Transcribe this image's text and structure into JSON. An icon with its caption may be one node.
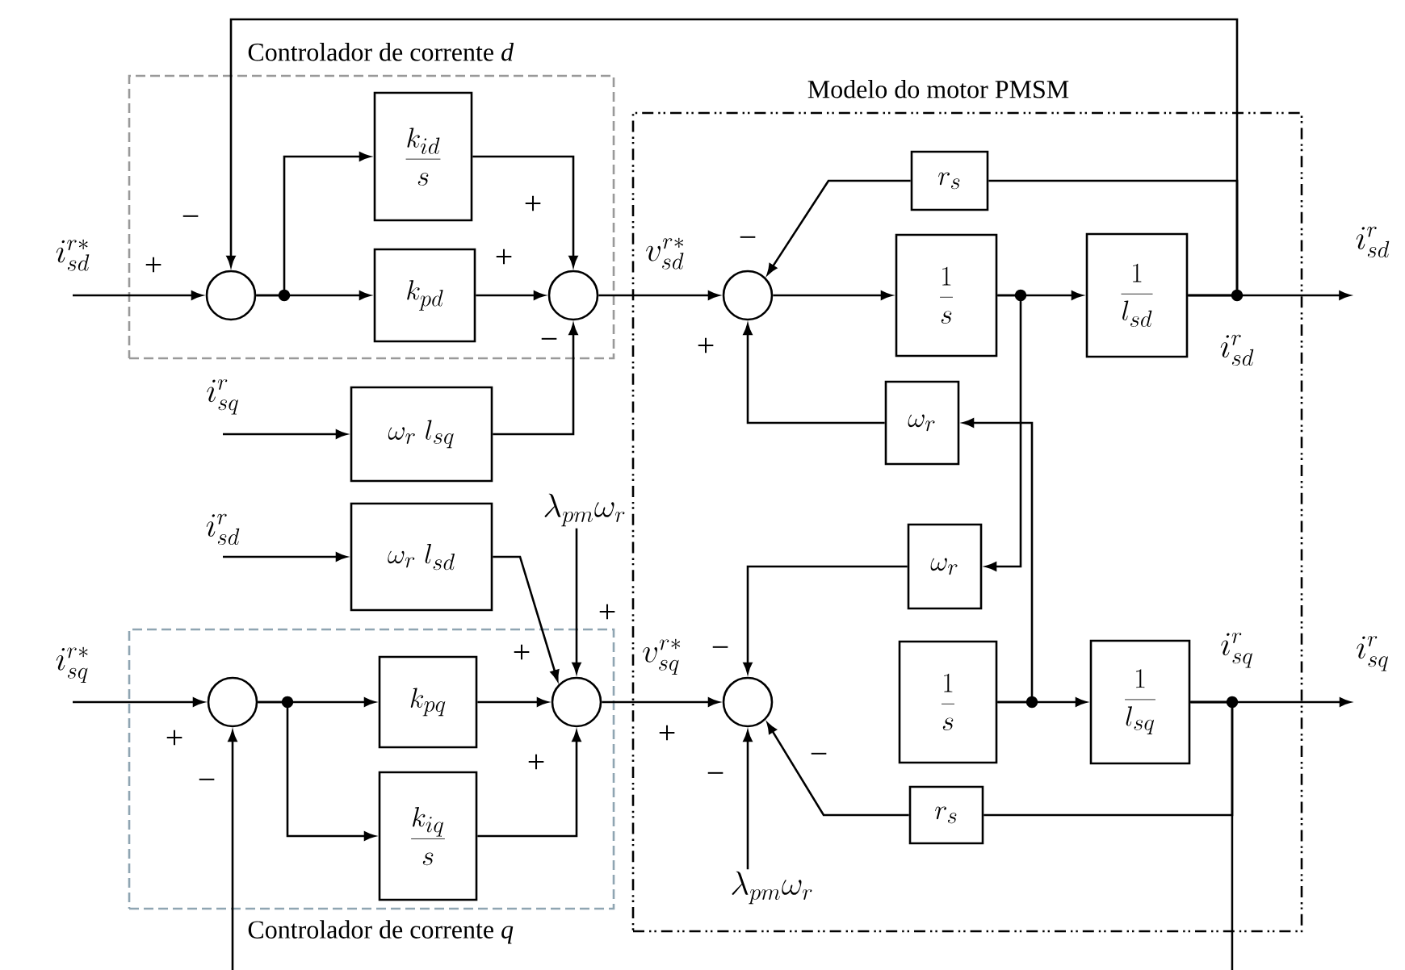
{
  "diagram": {
    "nodes": [
      {
        "text": [
          "Controlador de corrente *d*"
        ]
      },
      {
        "text": [
          "Controlador de corrente *q*"
        ]
      },
      {
        "text": [
          "Modelo do motor PMSM"
        ]
      },
      {
        "text": [
          "i_{sd}^{r*}"
        ]
      },
      {
        "text": [],
        "shape": "circle",
        "in": 0
      },
      {
        "text": [
          "\\frac{k_{id}}{s}"
        ],
        "in": 0
      },
      {
        "text": [
          "k_{pd}"
        ],
        "in": 0
      },
      {
        "text": [],
        "shape": "circle",
        "in": 0
      },
      {
        "text": [
          "i_{sq}^{r}"
        ]
      },
      {
        "text": [
          "\\omega_r\\;l_{sq}"
        ]
      },
      {
        "text": [
          "i_{sd}^{r}"
        ]
      },
      {
        "text": [
          "\\omega_r\\;l_{sd}"
        ]
      },
      {
        "text": [
          "\\lambda_{pm}\\omega_r"
        ]
      },
      {
        "text": [
          "i_{sq}^{r*}"
        ]
      },
      {
        "text": [],
        "shape": "circle",
        "in": 1
      },
      {
        "text": [
          "k_{pq}"
        ],
        "in": 1
      },
      {
        "text": [
          "\\frac{k_{iq}}{s}"
        ],
        "in": 1
      },
      {
        "text": [],
        "shape": "circle",
        "in": 1
      },
      {
        "text": [
          "r_s"
        ],
        "in": 2
      },
      {
        "text": [],
        "shape": "circle",
        "in": 2
      },
      {
        "text": [
          "\\frac{1}{s}"
        ],
        "in": 2
      },
      {
        "text": [
          "\\frac{1}{l_{sd}}"
        ],
        "in": 2
      },
      {
        "text": [
          "\\omega_r"
        ],
        "in": 2
      },
      {
        "text": [
          "\\omega_r"
        ],
        "in": 2
      },
      {
        "text": [],
        "shape": "circle",
        "in": 2
      },
      {
        "text": [
          "\\frac{1}{s}"
        ],
        "in": 2
      },
      {
        "text": [
          "\\frac{1}{l_{sq}}"
        ],
        "in": 2
      },
      {
        "text": [
          "r_s"
        ],
        "in": 2
      },
      {
        "text": [
          "\\lambda_{pm}\\omega_r"
        ],
        "in": 2
      },
      {
        "text": [
          "i_{sd}^{r}"
        ]
      },
      {
        "text": [
          "i_{sq}^{r}"
        ]
      }
    ],
    "edges": [
      {
        "from": 3,
        "to": 4,
        "arrow": "to"
      },
      {
        "from": 4,
        "to": 5,
        "arrow": "to"
      },
      {
        "from": 4,
        "to": 6,
        "arrow": "to"
      },
      {
        "from": 5,
        "to": 7,
        "arrow": "to"
      },
      {
        "from": 6,
        "to": 7,
        "arrow": "to"
      },
      {
        "from": 9,
        "to": 7,
        "arrow": "to"
      },
      {
        "from": 8,
        "to": 9,
        "arrow": "to"
      },
      {
        "from": 10,
        "to": 11,
        "arrow": "to"
      },
      {
        "from": 7,
        "to": 19,
        "arrow": "to",
        "label": "v_{sd}^{r*}"
      },
      {
        "from": 13,
        "to": 14,
        "arrow": "to"
      },
      {
        "from": 14,
        "to": 15,
        "arrow": "to"
      },
      {
        "from": 14,
        "to": 16,
        "arrow": "to"
      },
      {
        "from": 15,
        "to": 17,
        "arrow": "to"
      },
      {
        "from": 16,
        "to": 17,
        "arrow": "to"
      },
      {
        "from": 11,
        "to": 17,
        "arrow": "to"
      },
      {
        "from": 12,
        "to": 17,
        "arrow": "to"
      },
      {
        "from": null,
        "to": 14,
        "arrow": "to"
      },
      {
        "from": 17,
        "to": 24,
        "arrow": "to",
        "label": "v_{sq}^{r*}"
      },
      {
        "from": 19,
        "to": 20,
        "arrow": "to"
      },
      {
        "from": 20,
        "to": 21,
        "arrow": "to"
      },
      {
        "from": 20,
        "to": 23,
        "arrow": "to"
      },
      {
        "from": 21,
        "to": 29,
        "arrow": "to"
      },
      {
        "from": 21,
        "to": 18,
        "arrow": "none"
      },
      {
        "from": 18,
        "to": 19,
        "arrow": "to"
      },
      {
        "from": 21,
        "to": 4,
        "arrow": "to"
      },
      {
        "from": 22,
        "to": 19,
        "arrow": "to"
      },
      {
        "from": 25,
        "to": 26,
        "arrow": "to"
      },
      {
        "from": 25,
        "to": 22,
        "arrow": "to"
      },
      {
        "from": 26,
        "to": 30,
        "arrow": "to"
      },
      {
        "from": 26,
        "to": 27,
        "arrow": "none"
      },
      {
        "from": 27,
        "to": 24,
        "arrow": "to"
      },
      {
        "from": 23,
        "to": 24,
        "arrow": "to"
      },
      {
        "from": 28,
        "to": 24,
        "arrow": "to"
      },
      {
        "from": 26,
        "to": null,
        "arrow": "none"
      }
    ],
    "labels": [
      "−",
      "+",
      "−",
      "+",
      "+",
      "−",
      "+",
      "i_{sd}^{r}",
      "+",
      "−",
      "i_{sq}^{r}",
      "+",
      "+",
      "+",
      "+",
      "−",
      "−",
      "−"
    ]
  }
}
